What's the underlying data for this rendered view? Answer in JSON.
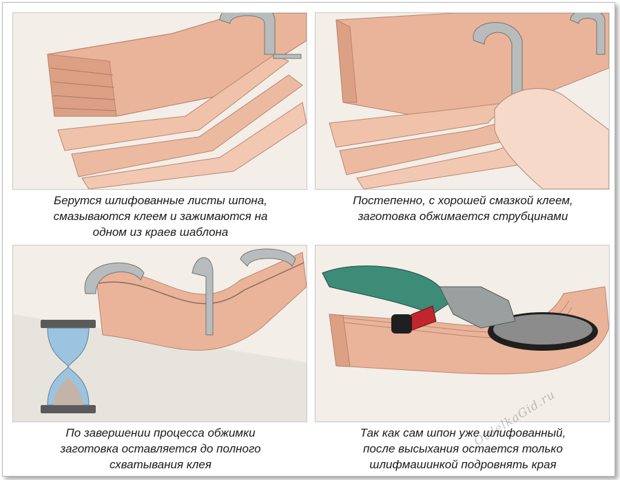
{
  "panels": [
    {
      "caption_lines": [
        "Берутся шлифованные листы шпона,",
        "смазываются клеем и зажимаются на",
        "одном из краев шаблона"
      ]
    },
    {
      "caption_lines": [
        "Постепенно, с хорошей смазкой клеем,",
        "заготовка обжимается струбцинами"
      ]
    },
    {
      "caption_lines": [
        "По завершении процесса обжимки",
        "заготовка оставляется до полного",
        "схватывания клея"
      ]
    },
    {
      "caption_lines": [
        "Так как сам шпон уже шлифованный,",
        "после высыхания остается только",
        "шлифмашинкой подровнять края"
      ]
    }
  ],
  "watermark": "OtdelkaGid.ru",
  "colors": {
    "wood": "#eab49a",
    "wood_dark": "#d89a80",
    "clamp": "#b8bcbc",
    "background": "#f1ede6",
    "grinder_body": "#3c8c78",
    "grinder_handle": "#c0262d"
  }
}
